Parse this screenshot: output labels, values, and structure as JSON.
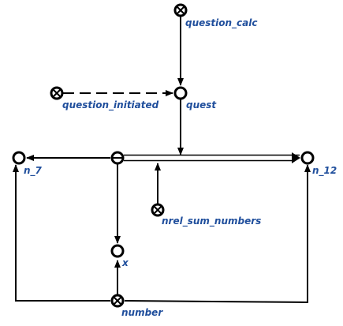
{
  "colors": {
    "label": "#1f4e9c",
    "stroke": "#000000",
    "background": "#ffffff"
  },
  "nodes": {
    "question_calc": {
      "label": "question_calc",
      "kind": "crossed-node"
    },
    "question_initiated": {
      "label": "question_initiated",
      "kind": "crossed-node"
    },
    "quest": {
      "label": "quest",
      "kind": "open-node"
    },
    "hub": {
      "label": "",
      "kind": "hub-node"
    },
    "n_7": {
      "label": "n_7",
      "kind": "open-node"
    },
    "n_12": {
      "label": "n_12",
      "kind": "open-node"
    },
    "nrel_sum_numbers": {
      "label": "nrel_sum_numbers",
      "kind": "crossed-node"
    },
    "x": {
      "label": "x",
      "kind": "open-node"
    },
    "number": {
      "label": "number",
      "kind": "crossed-node"
    }
  }
}
